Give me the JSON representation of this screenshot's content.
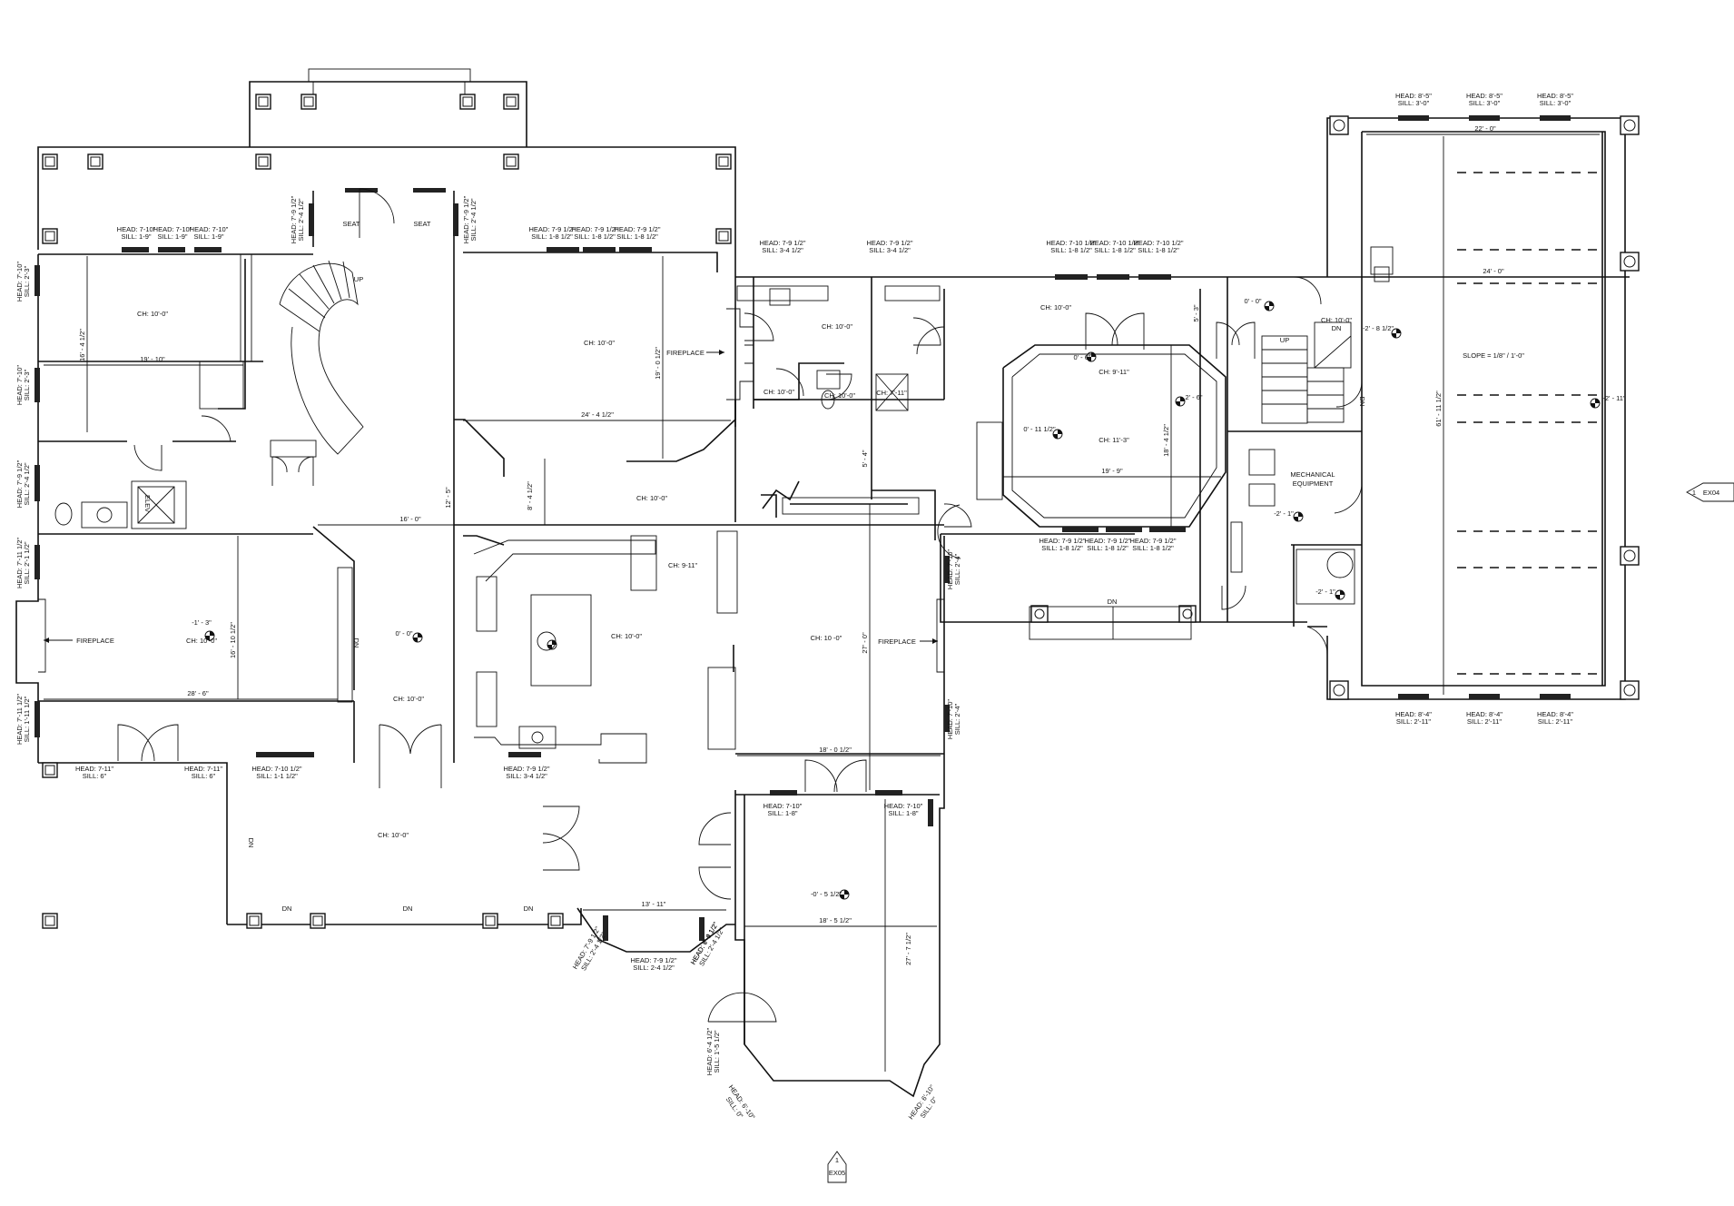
{
  "labels": {
    "ch_10_0": "CH: 10'-0\"",
    "ch_10_0b": "CH: 10 -0\"",
    "ch_9_11": "CH: 9'-11\"",
    "ch_11_3": "CH: 11'-3\"",
    "ch_7_11": "CH: 7'-11\"",
    "ch_9_11b": "CH: 9-11\"",
    "fireplace": "FIREPLACE",
    "seat": "SEAT",
    "up": "UP",
    "dn": "DN",
    "elev": "ELEV",
    "mechanical": "MECHANICAL",
    "equipment": "EQUIPMENT",
    "slope": "SLOPE = 1/8\" / 1'-0\"",
    "ex04": "EX04",
    "ex05": "EX05",
    "marker_num": "1"
  },
  "dimensions": {
    "d19_10": "19' - 10\"",
    "d16_4h": "16' - 4 1/2\"",
    "d24_4": "24' - 4 1/2\"",
    "d19_0": "19' - 0 1/2\"",
    "d16_0": "16' - 0\"",
    "d12_5": "12' - 5\"",
    "d8_4": "8' - 4 1/2\"",
    "d28_6": "28' - 6\"",
    "d16_10": "16' - 10 1/2\"",
    "d27_0": "27' - 0\"",
    "d18_0": "18' - 0 1/2\"",
    "d13_11": "13' - 11\"",
    "d18_5": "18' - 5 1/2\"",
    "d27_7": "27' - 7 1/2\"",
    "d19_9": "19' - 9\"",
    "d18_4": "18' - 4 1/2\"",
    "d5_3": "5' - 3\"",
    "d5_4": "5' - 4\"",
    "d22_0": "22' - 0\"",
    "d24_0": "24' - 0\"",
    "d61_11": "61' - 11 1/2\""
  },
  "elevations": {
    "e0_0a": "0' - 0\"",
    "e_1_3": "-1' - 3\"",
    "e0_0b": "0' - 0\"",
    "e_0_5": "-0' - 5 1/2\"",
    "e0_6": "0' - 6\"",
    "e0_11": "0' - 11 1/2\"",
    "e2_6": "2' - 6\"",
    "e0_0c": "0' - 0\"",
    "e_2_8": "-2' - 8 1/2\"",
    "e_2_1a": "-2' - 1\"",
    "e_2_1b": "-2' - 1\"",
    "e_2_11": "-2' - 11\""
  },
  "windows": {
    "hs_7_10_head": "HEAD: 7-10\"",
    "hs_7_10_sill": "SILL: 1-9\"",
    "hs_7_9_head": "HEAD: 7-9 1/2\"",
    "hs_7_9_sill": "SILL: 1-8 1/2\"",
    "hs_7_9b_head": "HEAD: 7-9 1/2\"",
    "hs_7_9b_sill": "SILL: 3-4 1/2\"",
    "hs_7_10h_head": "HEAD: 7-10 1/2\"",
    "hs_7_10h_sill": "SILL: 1-8 1/2\"",
    "hs_8_5_head": "HEAD: 8'-5\"",
    "hs_8_5_sill": "SILL: 3'-0\"",
    "hs_8_4_head": "HEAD: 8'-4\"",
    "hs_8_4_sill": "SILL: 2'-11\"",
    "hs_7_11_head": "HEAD: 7-11\"",
    "hs_7_11_sill": "SILL: 6\"",
    "hs_7_10b_head": "HEAD: 7-10 1/2\"",
    "hs_7_10b_sill": "SILL: 1-1 1/2\"",
    "hs_7_9c_head": "HEAD: 7-9 1/2\"",
    "hs_7_9c_sill": "SILL: 3-4 1/2\"",
    "hs_7_10c_head": "HEAD: 7-10\"",
    "hs_7_10c_sill": "SILL: 1-8\"",
    "hs_7_9d_head": "HEAD: 7-9 1/2\"",
    "hs_7_9d_sill": "SILL: 2-4 1/2\"",
    "hs_7_9e_head": "HEAD: 7-9 1/2\"",
    "hs_7_9e_sill": "SILL: 1-8 1/2\"",
    "v_w1_head": "HEAD: 7'-10\"",
    "v_w1_sill": "SILL: 2'-3\"",
    "v_w2_head": "HEAD: 7'-10\"",
    "v_w2_sill": "SILL: 2'-3\"",
    "v_w3_head": "HEAD: 7'-9 1/2\"",
    "v_w3_sill": "SILL: 2'-4 1/2\"",
    "v_w4_head": "HEAD: 7'-11 1/2\"",
    "v_w4_sill": "SILL: 2'-1 1/2\"",
    "v_w5_head": "HEAD: 7'-11 1/2\"",
    "v_w5_sill": "SILL: 1'-11 1/2\"",
    "v_s1_head": "HEAD: 7'-9 1/2\"",
    "v_s1_sill": "SILL: 2'-4 1/2\"",
    "v_s2_head": "HEAD: 7'-9 1/2\"",
    "v_s2_sill": "SILL: 2'-4 1/2\"",
    "v_e1_head": "HEAD: 7'-10\"",
    "v_e1_sill": "SILL: 2'-4\"",
    "v_e2_head": "HEAD: 7'-10\"",
    "v_e2_sill": "SILL: 2'-4\"",
    "v_b1_head": "HEAD: 7'-9 1/2\"",
    "v_b1_sill": "SILL: 2'-4 1/2\"",
    "v_b2_head": "HEAD: 7'-9 1/2\"",
    "v_b2_sill": "SILL: 2'-4 1/2\"",
    "v_b3_head": "HEAD: 6'-4 1/2\"",
    "v_b3_sill": "SILL: 1'-5 1/2\"",
    "v_b4_head": "HEAD: 6'-4 1/2\"",
    "v_b4_sill": "SILL: 1'-5 1/2\"",
    "v_b5_head": "HEAD: 6'-10\"",
    "v_b5_sill": "SILL: 0\"",
    "v_b6_head": "HEAD: 6'-10\"",
    "v_b6_sill": "SILL: 0\""
  }
}
